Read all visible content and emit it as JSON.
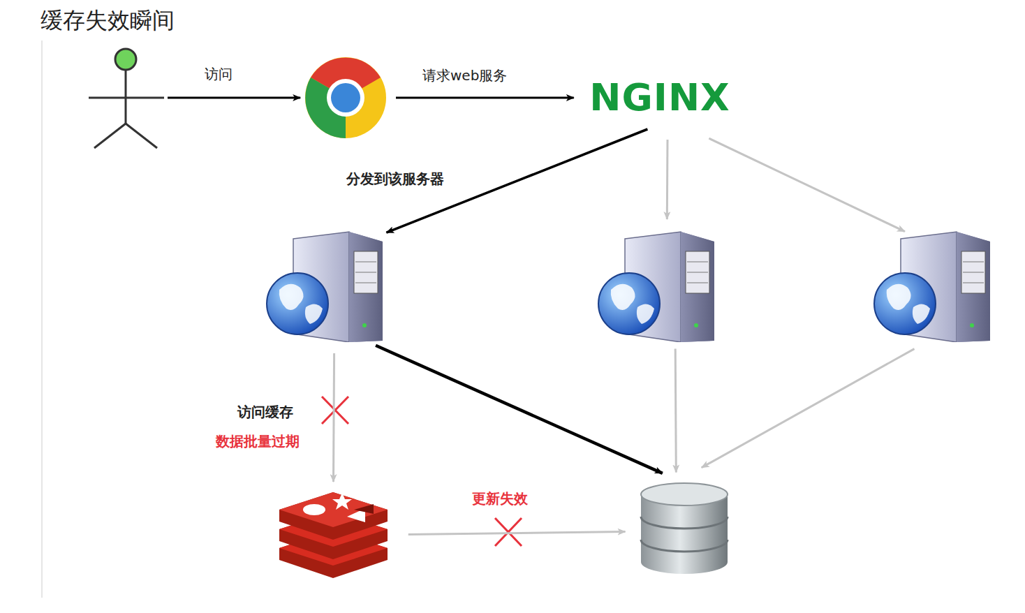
{
  "diagram": {
    "title": "缓存失效瞬间",
    "nodes": [
      {
        "text": []
      },
      {
        "text": []
      },
      {
        "text": [
          "NGINX"
        ]
      },
      {
        "text": []
      },
      {
        "text": []
      },
      {
        "text": []
      },
      {
        "text": []
      },
      {
        "text": []
      }
    ],
    "edges": [
      {
        "from": 0,
        "to": 1,
        "label": "访问",
        "arrow": "to"
      },
      {
        "from": 1,
        "to": 2,
        "label": "请求web服务",
        "arrow": "to"
      },
      {
        "from": 2,
        "to": 3,
        "label": "分发到该服务器",
        "arrow": "to"
      },
      {
        "from": 2,
        "to": 4,
        "arrow": "to"
      },
      {
        "from": 2,
        "to": 5,
        "arrow": "to"
      },
      {
        "from": 3,
        "to": 6,
        "label": "访问缓存",
        "arrow": "to"
      },
      {
        "from": 3,
        "to": 7,
        "arrow": "to"
      },
      {
        "from": 4,
        "to": 7,
        "arrow": "to"
      },
      {
        "from": 5,
        "to": 7,
        "arrow": "to"
      },
      {
        "from": 6,
        "to": 7,
        "label": "更新失效",
        "arrow": "to"
      }
    ],
    "labels": [
      "数据批量过期"
    ]
  }
}
